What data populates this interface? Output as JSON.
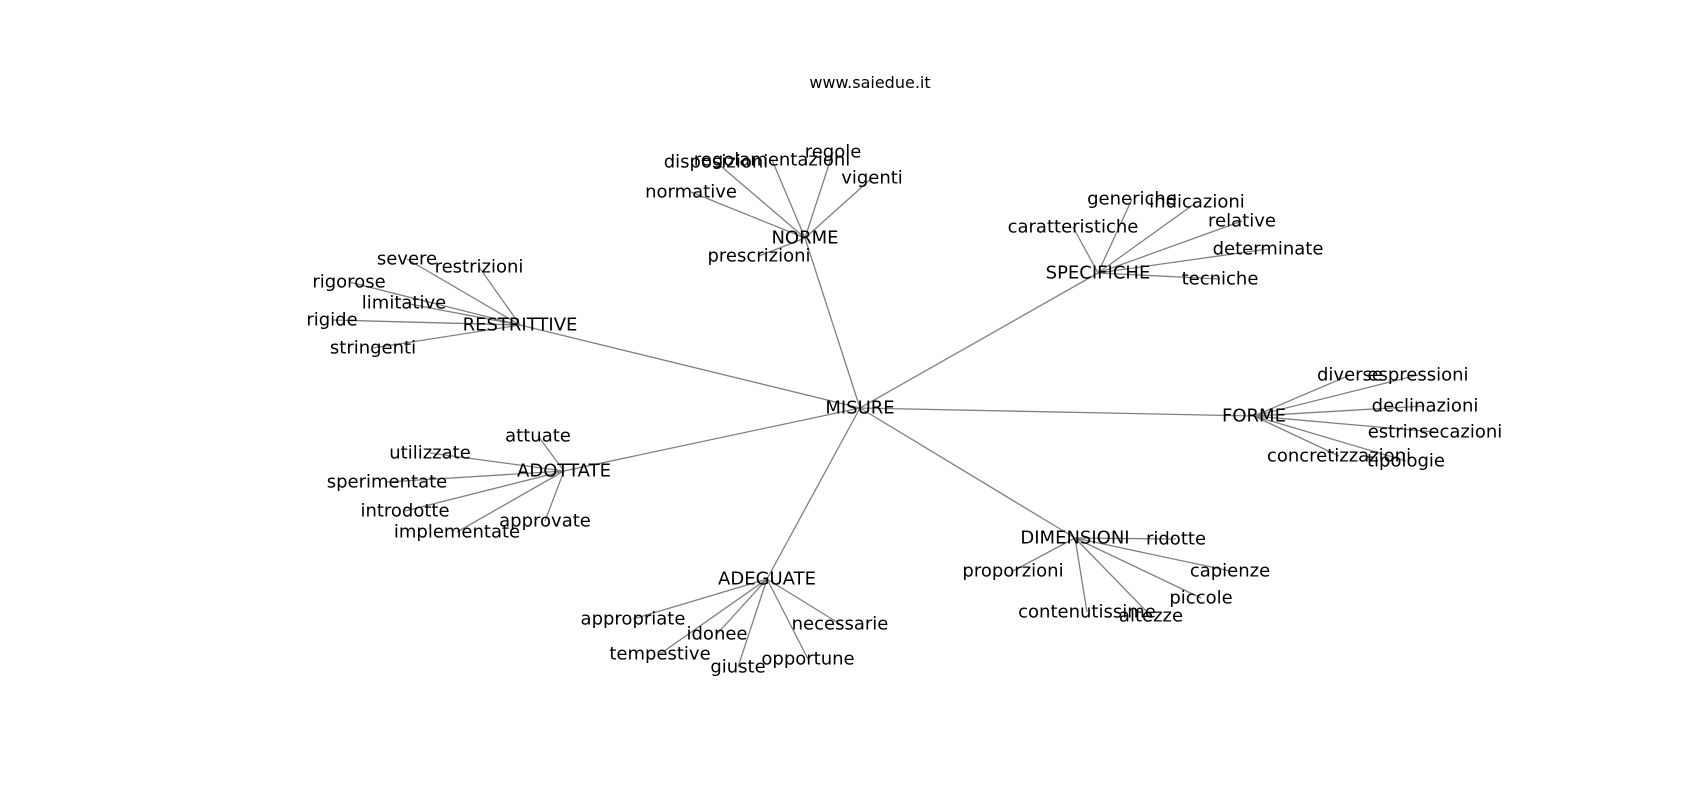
{
  "header": {
    "site": "www.saiedue.it"
  },
  "graph": {
    "root": "MISURE",
    "clusters": [
      {
        "hub": "NORME",
        "leaves": [
          "disposizioni",
          "regolamentazioni",
          "regole",
          "vigenti",
          "normative",
          "prescrizioni"
        ]
      },
      {
        "hub": "SPECIFICHE",
        "leaves": [
          "generiche",
          "indicazioni",
          "caratteristiche",
          "relative",
          "determinate",
          "tecniche"
        ]
      },
      {
        "hub": "RESTRITTIVE",
        "leaves": [
          "severe",
          "restrizioni",
          "rigorose",
          "limitative",
          "rigide",
          "stringenti"
        ]
      },
      {
        "hub": "FORME",
        "leaves": [
          "diverse",
          "espressioni",
          "declinazioni",
          "estrinsecazioni",
          "concretizzazioni",
          "tipologie"
        ]
      },
      {
        "hub": "ADOTTATE",
        "leaves": [
          "attuate",
          "utilizzate",
          "sperimentate",
          "introdotte",
          "implementate",
          "approvate"
        ]
      },
      {
        "hub": "DIMENSIONI",
        "leaves": [
          "ridotte",
          "proporzioni",
          "capienze",
          "piccole",
          "contenutissime",
          "altezze"
        ]
      },
      {
        "hub": "ADEGUATE",
        "leaves": [
          "appropriate",
          "idonee",
          "necessarie",
          "tempestive",
          "giuste",
          "opportune"
        ]
      }
    ]
  }
}
